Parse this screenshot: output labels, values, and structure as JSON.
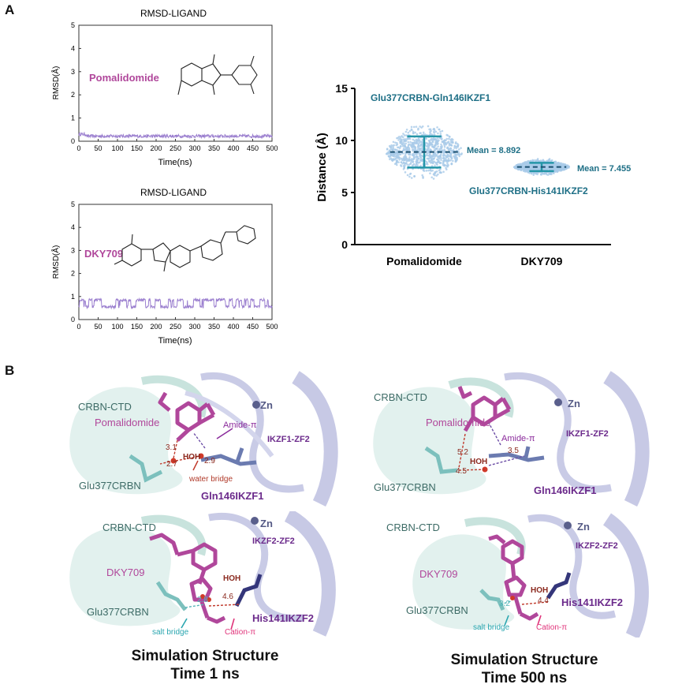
{
  "panel_a": {
    "letter": "A"
  },
  "panel_b": {
    "letter": "B"
  },
  "charts": [
    {
      "type": "line",
      "title": "RMSD-LIGAND",
      "ylabel": "RMSD(Å)",
      "xlabel": "Time(ns)",
      "xlim": [
        0,
        500
      ],
      "ylim": [
        0,
        5
      ],
      "xticks": [
        "0",
        "50",
        "100",
        "150",
        "200",
        "250",
        "300",
        "350",
        "400",
        "450",
        "500"
      ],
      "yticks": [
        "0",
        "1",
        "2",
        "3",
        "4",
        "5"
      ],
      "label": "Pomalidomide",
      "series_mean": 0.22,
      "series_noise": 0.07,
      "color": "#9b7fcf",
      "label_color": "#b0479b"
    },
    {
      "type": "line",
      "title": "RMSD-LIGAND",
      "ylabel": "RMSD(Å)",
      "xlabel": "Time(ns)",
      "xlim": [
        0,
        500
      ],
      "ylim": [
        0,
        5
      ],
      "xticks": [
        "0",
        "50",
        "100",
        "150",
        "200",
        "250",
        "300",
        "350",
        "400",
        "450",
        "500"
      ],
      "yticks": [
        "0",
        "1",
        "2",
        "3",
        "4",
        "5"
      ],
      "label": "DKY709",
      "series_levels": [
        0.55,
        0.85
      ],
      "color": "#9b7fcf",
      "label_color": "#b0479b"
    },
    {
      "type": "scatter",
      "ylabel": "Distance (Å)",
      "ylim": [
        0,
        15
      ],
      "yticks": [
        "0",
        "5",
        "10",
        "15"
      ],
      "categories": [
        "Pomalidomide",
        "DKY709"
      ],
      "series": [
        {
          "name": "Glu377CRBN-Gln146IKZF1",
          "mean": 8.892,
          "sd": 1.5,
          "mean_label": "Mean = 8.892"
        },
        {
          "name": "Glu377CRBN-His141IKZF2",
          "mean": 7.455,
          "sd": 0.4,
          "mean_label": "Mean = 7.455"
        }
      ],
      "point_color": "#a9cbe8",
      "bar_color": "#2596a8",
      "label_color": "#1e6f86"
    }
  ],
  "structures": [
    {
      "title": "CRBN-CTD",
      "zn": "Zn",
      "ligand": "Pomalidomide",
      "partner": "IKZF1-ZF2",
      "glu": "Glu377CRBN",
      "res": "Gln146IKZF1",
      "interaction": "Amide-π",
      "hoh": "HOH",
      "bridge": "water bridge",
      "d1": "3.1",
      "d2": "2.7",
      "d3": "2.9"
    },
    {
      "title": "CRBN-CTD",
      "zn": "Zn",
      "ligand": "Pomalidomide",
      "partner": "IKZF1-ZF2",
      "glu": "Glu377CRBN",
      "res": "Gln146IKZF1",
      "interaction": "Amide-π",
      "hoh": "HOH",
      "d1": "5.2",
      "d2": "4.5",
      "d3": "3.5"
    },
    {
      "title": "CRBN-CTD",
      "zn": "Zn",
      "ligand": "DKY709",
      "partner": "IKZF2-ZF2",
      "glu": "Glu377CRBN",
      "res": "His141IKZF2",
      "interaction": "Cation-π",
      "hoh": "HOH",
      "bridge": "salt bridge",
      "d1": "2.8",
      "d2": "4.6"
    },
    {
      "title": "CRBN-CTD",
      "zn": "Zn",
      "ligand": "DKY709",
      "partner": "IKZF2-ZF2",
      "glu": "Glu377CRBN",
      "res": "His141IKZF2",
      "interaction": "Cation-π",
      "hoh": "HOH",
      "bridge": "salt bridge",
      "d1": "3.2",
      "d2": "4.4"
    }
  ],
  "captions": [
    {
      "line1": "Simulation Structure",
      "line2": "Time 1 ns"
    },
    {
      "line1": "Simulation Structure",
      "line2": "Time 500 ns"
    }
  ]
}
